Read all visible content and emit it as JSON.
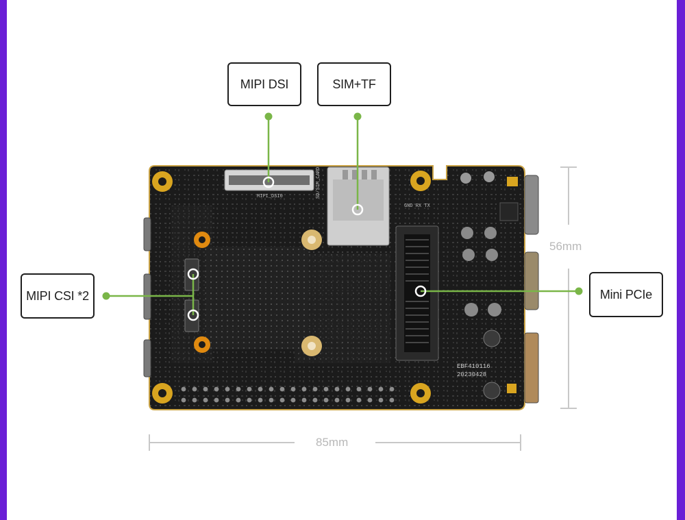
{
  "callouts": {
    "mipi_dsi": "MIPI DSI",
    "sim_tf": "SIM+TF",
    "mipi_csi": "MIPI CSI *2",
    "mini_pcie": "Mini PCIe"
  },
  "dimensions": {
    "width_label": "85mm",
    "height_label": "56mm"
  },
  "board_markings": {
    "model": "EBF410116",
    "date": "20230428",
    "dsi_silk": "MIPI_DSI0",
    "uart_silk": "GND RX TX",
    "card_silk": "SD/SIM_CARD"
  },
  "colors": {
    "accent_green": "#7ab648",
    "frame_purple": "#6a1fd6",
    "pcb": "#1b1b1b",
    "pad_gold": "#d9a520",
    "dimension_gray": "#c8c8c8"
  }
}
